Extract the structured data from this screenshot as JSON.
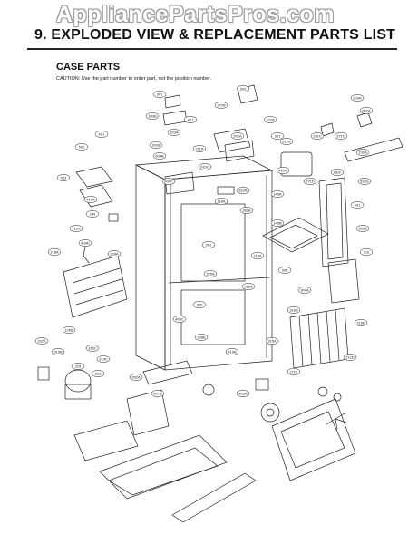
{
  "watermark": "AppliancePartsPros.com",
  "heading": "9. EXPLODED VIEW & REPLACEMENT PARTS LIST",
  "section_title": "CASE PARTS",
  "caution": "CAUTION: Use the part number to order part, not the position number.",
  "callouts": [
    "301",
    "303",
    "103B",
    "207B",
    "103A",
    "601",
    "801",
    "201A",
    "271A",
    "301",
    "102A",
    "604A",
    "502",
    "201B",
    "607A",
    "610A",
    "604B",
    "281C",
    "610C",
    "271C",
    "604C",
    "503",
    "410G",
    "130A",
    "410A",
    "281F",
    "271D",
    "249",
    "520G",
    "501",
    "510A",
    "212A",
    "145A",
    "116A",
    "303B",
    "281A",
    "404D",
    "145B",
    "282",
    "310",
    "319A",
    "318A",
    "325A",
    "328A",
    "315A",
    "305",
    "304A",
    "305",
    "409C",
    "126B",
    "332A",
    "315B",
    "315C",
    "318B",
    "315A",
    "319C",
    "328B",
    "410B",
    "315B",
    "212D",
    "315",
    "313",
    "262A",
    "271E",
    "407A",
    "403A"
  ]
}
